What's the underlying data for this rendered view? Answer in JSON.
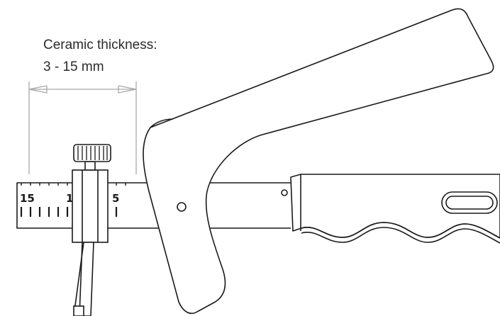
{
  "annotation": {
    "line1": "Ceramic thickness:",
    "line2": "3 - 15 mm"
  },
  "scale": {
    "numbers": [
      "15",
      "1",
      "5"
    ]
  },
  "colors": {
    "outline": "#1a1a1a",
    "dimension": "#a9a9a9",
    "text": "#2b2b2b"
  },
  "icons": {
    "thumb_screw": "knurled-knob-icon",
    "rivet": "rivet-circle-icon"
  }
}
